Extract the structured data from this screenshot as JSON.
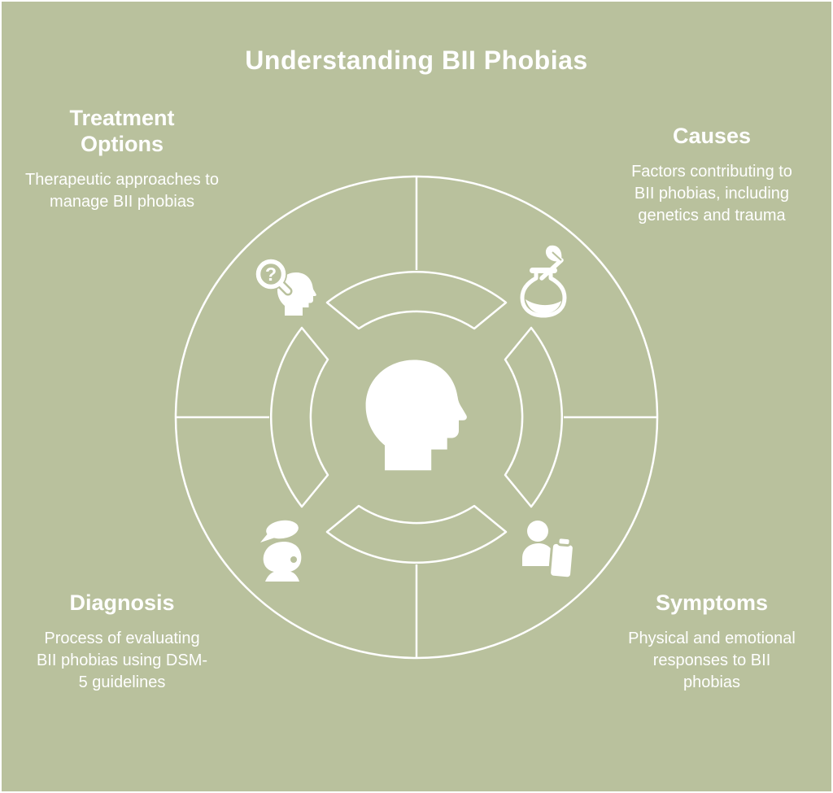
{
  "title": "Understanding BII Phobias",
  "colors": {
    "background": "#b9c19d",
    "foreground": "#ffffff"
  },
  "center": {
    "icon": "head-silhouette-icon"
  },
  "glyphs": {
    "question_mark": "?"
  },
  "sections": [
    {
      "id": "treatment-options",
      "position": "top-left",
      "heading": "Treatment Options",
      "description": "Therapeutic approaches to manage BII phobias",
      "icon": "head-magnifier-question-icon"
    },
    {
      "id": "causes",
      "position": "top-right",
      "heading": "Causes",
      "description": "Factors contributing to BII phobias, including genetics and trauma",
      "icon": "flask-sprout-icon"
    },
    {
      "id": "diagnosis",
      "position": "bottom-left",
      "heading": "Diagnosis",
      "description": "Process of evaluating BII phobias using DSM-5 guidelines",
      "icon": "person-speech-bubble-icon"
    },
    {
      "id": "symptoms",
      "position": "bottom-right",
      "heading": "Symptoms",
      "description": "Physical and emotional responses to BII phobias",
      "icon": "person-clipboard-icon"
    }
  ]
}
